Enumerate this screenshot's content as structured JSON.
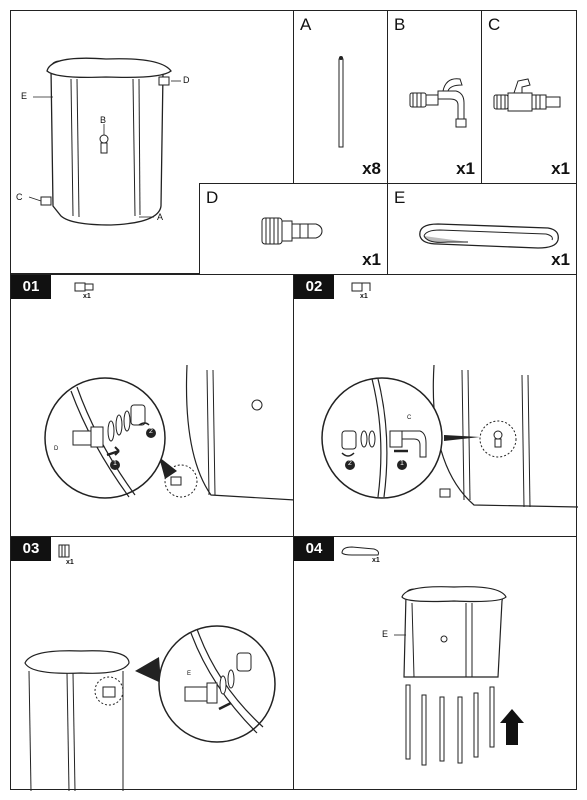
{
  "overview": {
    "labels": {
      "e": "E",
      "b": "B",
      "d": "D",
      "c": "C",
      "a": "A"
    }
  },
  "parts": {
    "a": {
      "label": "A",
      "qty": "x8",
      "icon": "rod-icon"
    },
    "b": {
      "label": "B",
      "qty": "x1",
      "icon": "tap-icon"
    },
    "c": {
      "label": "C",
      "qty": "x1",
      "icon": "valve-icon"
    },
    "d": {
      "label": "D",
      "qty": "x1",
      "icon": "hose-connector-icon"
    },
    "e": {
      "label": "E",
      "qty": "x1",
      "icon": "folded-barrel-icon"
    }
  },
  "steps": [
    {
      "number": "01",
      "part_qty": "x1",
      "callout_small": "D",
      "badges": [
        "1",
        "2"
      ]
    },
    {
      "number": "02",
      "part_qty": "x1",
      "callout_small": "C",
      "badges": [
        "1",
        "2"
      ]
    },
    {
      "number": "03",
      "part_qty": "x1",
      "callout_small": "E"
    },
    {
      "number": "04",
      "part_qty": "x1",
      "label": "E"
    }
  ],
  "colors": {
    "line": "#222222",
    "fill": "#ffffff",
    "shade": "#bdbdbd"
  }
}
